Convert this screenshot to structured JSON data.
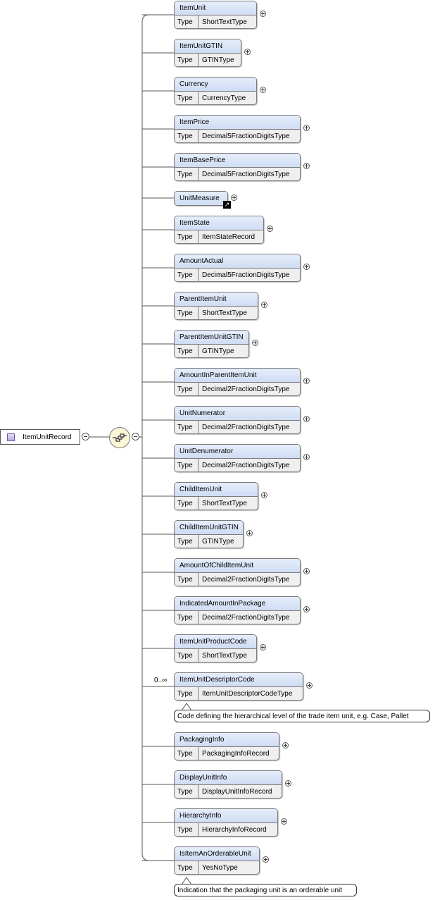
{
  "root": {
    "label": "ItemUnitRecord"
  },
  "type_label": "Type",
  "elements": [
    {
      "name": "ItemUnit",
      "type": "ShortTextType"
    },
    {
      "name": "ItemUnitGTIN",
      "type": "GTINType"
    },
    {
      "name": "Currency",
      "type": "CurrencyType"
    },
    {
      "name": "ItemPrice",
      "type": "Decimal5FractionDigitsType"
    },
    {
      "name": "ItemBasePrice",
      "type": "Decimal5FractionDigitsType"
    },
    {
      "name": "UnitMeasure",
      "type": null,
      "is_reference": true
    },
    {
      "name": "ItemState",
      "type": "ItemStateRecord"
    },
    {
      "name": "AmountActual",
      "type": "Decimal5FractionDigitsType"
    },
    {
      "name": "ParentItemUnit",
      "type": "ShortTextType"
    },
    {
      "name": "ParentItemUnitGTIN",
      "type": "GTINType"
    },
    {
      "name": "AmountInParentItemUnit",
      "type": "Decimal2FractionDigitsType"
    },
    {
      "name": "UnitNumerator",
      "type": "Decimal2FractionDigitsType"
    },
    {
      "name": "UnitDenumerator",
      "type": "Decimal2FractionDigitsType"
    },
    {
      "name": "ChildItemUnit",
      "type": "ShortTextType"
    },
    {
      "name": "ChildItemUnitGTIN",
      "type": "GTINType"
    },
    {
      "name": "AmountOfChildItemUnit",
      "type": "Decimal2FractionDigitsType"
    },
    {
      "name": "IndicatedAmountInPackage",
      "type": "Decimal2FractionDigitsType"
    },
    {
      "name": "ItemUnitProductCode",
      "type": "ShortTextType"
    },
    {
      "name": "ItemUnitDescriptorCode",
      "type": "ItemUnitDescriptorCodeType",
      "occurrence": "0..∞",
      "annotation": "Code defining the hierarchical level of the trade item unit, e.g. Case, Pallet"
    },
    {
      "name": "PackagingInfo",
      "type": "PackagingInfoRecord"
    },
    {
      "name": "DisplayUnitInfo",
      "type": "DisplayUnitInfoRecord"
    },
    {
      "name": "HierarchyInfo",
      "type": "HierarchyInfoRecord"
    },
    {
      "name": "IsItemAnOrderableUnit",
      "type": "YesNoType",
      "annotation": "Indication that the packaging unit is an orderable unit"
    }
  ],
  "colors": {
    "element_fill": "#dbe5f7",
    "type_row_fill": "#efefef",
    "border": "#7b7b7b",
    "compositor_fill": "#fbf6d6"
  }
}
